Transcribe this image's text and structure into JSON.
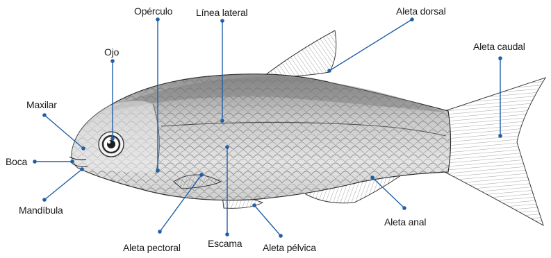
{
  "diagram": {
    "labels": {
      "operculo": "Opérculo",
      "linea_lateral": "Línea lateral",
      "aleta_dorsal": "Aleta dorsal",
      "aleta_caudal": "Aleta caudal",
      "ojo": "Ojo",
      "maxilar": "Maxilar",
      "boca": "Boca",
      "mandibula": "Mandíbula",
      "aleta_pectoral": "Aleta pectoral",
      "escama": "Escama",
      "aleta_pelvica": "Aleta pélvica",
      "aleta_anal": "Aleta anal"
    },
    "colors": {
      "leader_line": "#1f5fa6",
      "label_text": "#1a1a1a",
      "fish_outline": "#2b2b2b",
      "fish_fill": "#d9d9d9"
    }
  }
}
